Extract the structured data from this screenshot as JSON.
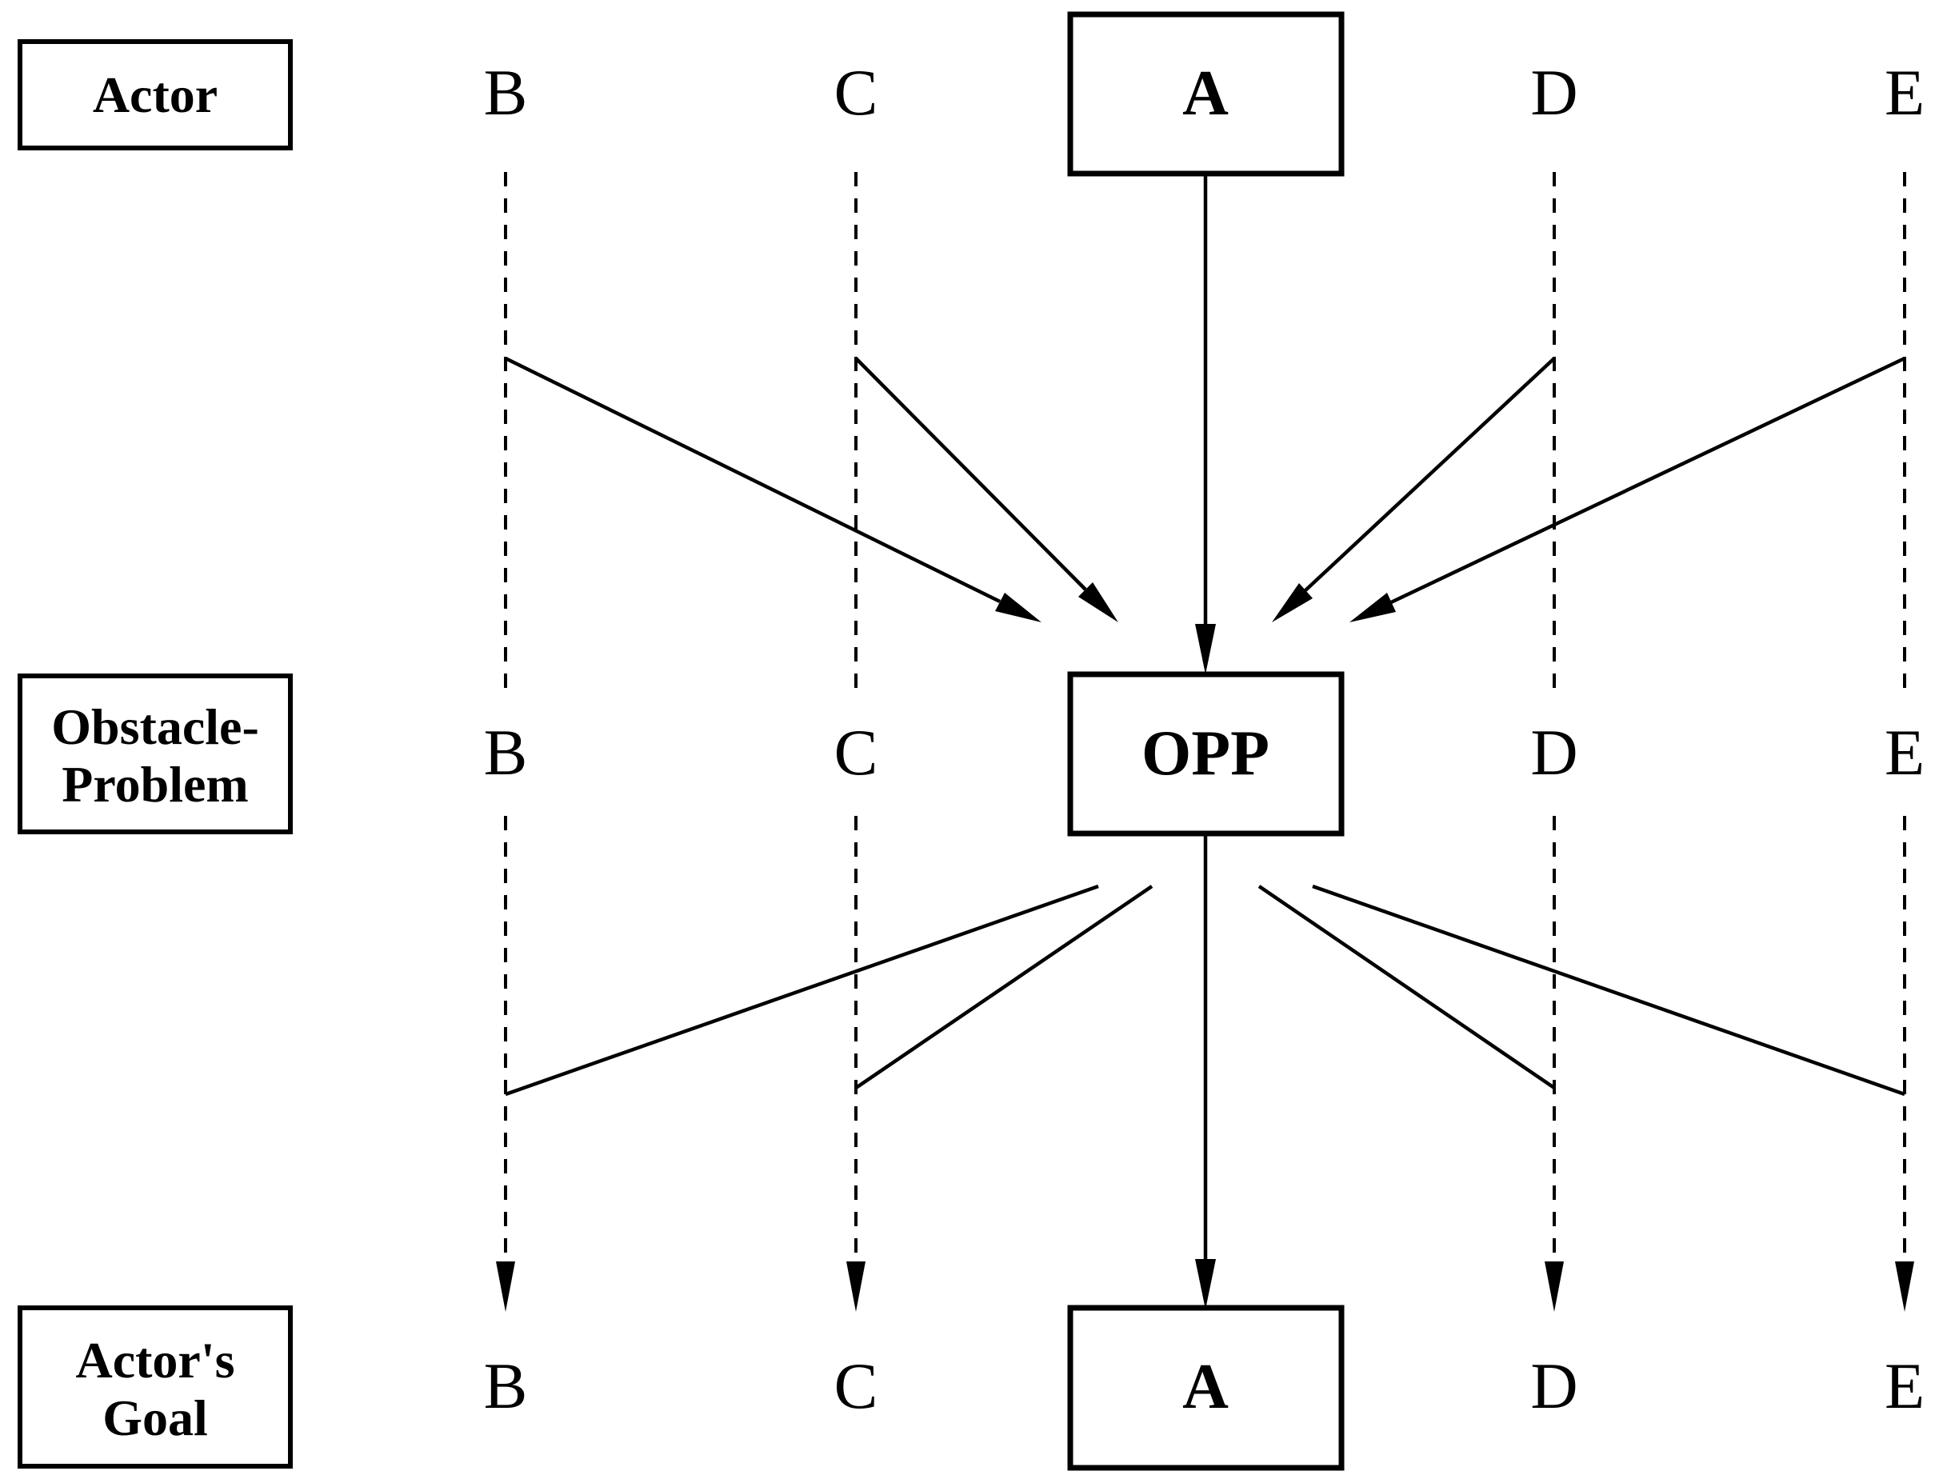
{
  "figure": {
    "background_color": "#ffffff",
    "line_color": "#000000",
    "rows": {
      "actor": {
        "label": "Actor",
        "cells": {
          "b": "B",
          "c": "C",
          "a": "A",
          "d": "D",
          "e": "E"
        }
      },
      "obstacle": {
        "label_line1": "Obstacle-",
        "label_line2": "Problem",
        "letter_color": "#e00000",
        "cells": {
          "b": "B",
          "c": "C",
          "opp": "OPP",
          "d": "D",
          "e": "E"
        }
      },
      "goal": {
        "label_line1": "Actor's",
        "label_line2": "Goal",
        "letter_color": "#0f87a0",
        "cells": {
          "b": "B",
          "c": "C",
          "a": "A",
          "d": "D",
          "e": "E"
        }
      }
    }
  }
}
